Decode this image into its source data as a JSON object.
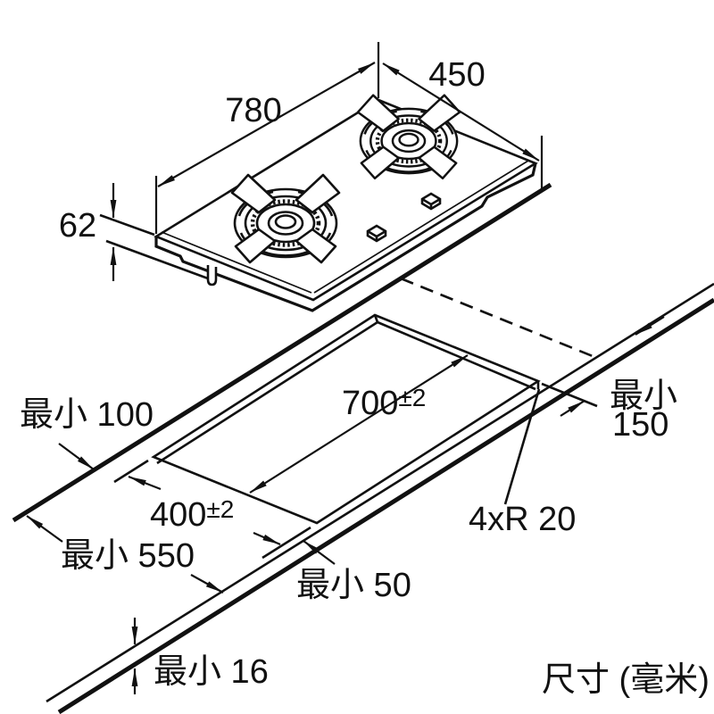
{
  "page": {
    "units_note": "尺寸 (毫米)"
  },
  "hob": {
    "width": "780",
    "depth": "450",
    "height": "62"
  },
  "cutout": {
    "length": "700",
    "length_tolerance": "±2",
    "width": "400",
    "width_tolerance": "±2",
    "corner_radius": "4xR 20"
  },
  "clearances": {
    "rear_min": "最小 100",
    "right_min_line1": "最小",
    "right_min_line2": "150",
    "worktop_depth_min": "最小 550",
    "front_min": "最小 50",
    "worktop_thickness_min": "最小 16"
  }
}
